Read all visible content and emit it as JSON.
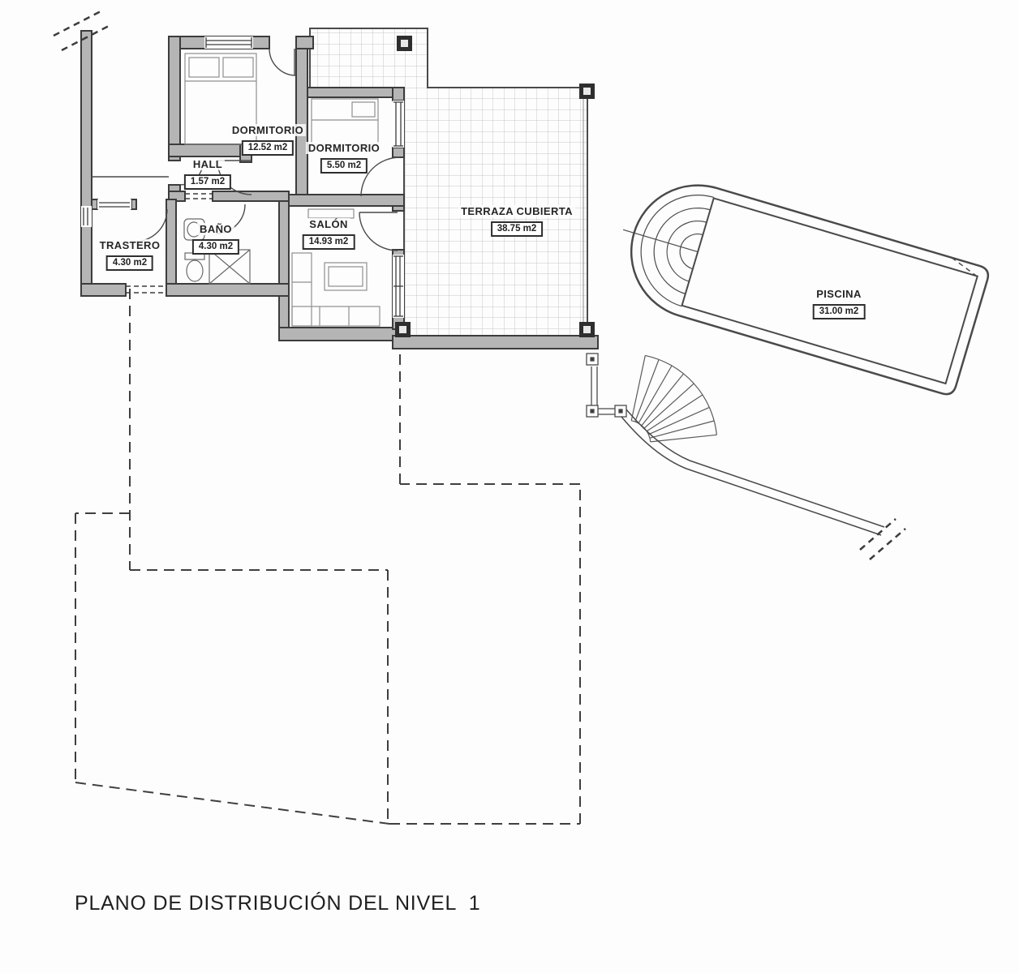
{
  "title": "PLANO DE DISTRIBUCIÓN DEL NIVEL  1",
  "plan": {
    "type": "floor-plan",
    "rooms": [
      {
        "id": "dormitorio-1",
        "label": "DORMITORIO",
        "area": "12.52 m2"
      },
      {
        "id": "dormitorio-2",
        "label": "DORMITORIO",
        "area": "5.50 m2"
      },
      {
        "id": "hall",
        "label": "HALL",
        "area": "1.57 m2"
      },
      {
        "id": "trastero",
        "label": "TRASTERO",
        "area": "4.30 m2"
      },
      {
        "id": "bano",
        "label": "BAÑO",
        "area": "4.30 m2"
      },
      {
        "id": "salon",
        "label": "SALÓN",
        "area": "14.93 m2"
      },
      {
        "id": "terraza",
        "label": "TERRAZA CUBIERTA",
        "area": "38.75 m2"
      },
      {
        "id": "piscina",
        "label": "PISCINA",
        "area": "31.00 m2"
      }
    ],
    "colors": {
      "paper": "#fdfdfd",
      "ink": "#3c3c3c",
      "wall_fill": "#b5b5b5",
      "tile_line": "#c6c6c6"
    }
  }
}
